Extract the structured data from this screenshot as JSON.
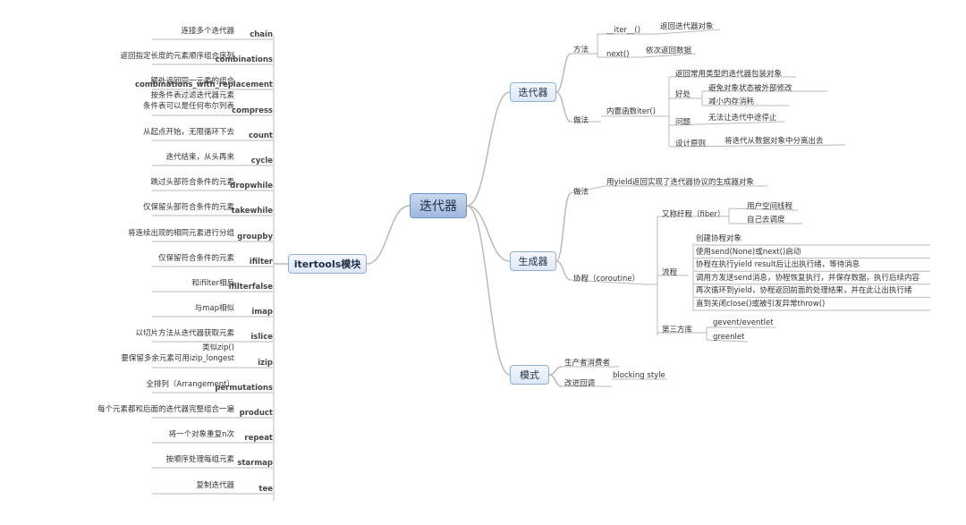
{
  "root": "迭代器",
  "left": {
    "title": "itertools模块",
    "items": [
      {
        "name": "chain",
        "descs": [
          "连接多个迭代器"
        ]
      },
      {
        "name": "combinations",
        "descs": [
          "返回指定长度的元素顺序组合序列"
        ]
      },
      {
        "name": "combinations_with_replacement",
        "descs": [
          "额外返回同一元素的组合"
        ]
      },
      {
        "name": "compress",
        "descs": [
          "按条件表过滤迭代器元素",
          "条件表可以是任何布尔列表"
        ]
      },
      {
        "name": "count",
        "descs": [
          "从起点开始，无限循环下去"
        ]
      },
      {
        "name": "cycle",
        "descs": [
          "迭代结束，从头再来"
        ]
      },
      {
        "name": "dropwhile",
        "descs": [
          "跳过头部符合条件的元素"
        ]
      },
      {
        "name": "takewhile",
        "descs": [
          "仅保留头部符合条件的元素"
        ]
      },
      {
        "name": "groupby",
        "descs": [
          "将连续出现的相同元素进行分组"
        ]
      },
      {
        "name": "ifilter",
        "descs": [
          "仅保留符合条件的元素"
        ]
      },
      {
        "name": "ifilterfalse",
        "descs": [
          "和ifilter相反"
        ]
      },
      {
        "name": "imap",
        "descs": [
          "与map相似"
        ]
      },
      {
        "name": "islice",
        "descs": [
          "以切片方法从迭代器获取元素"
        ]
      },
      {
        "name": "izip",
        "descs": [
          "类似zip()",
          "要保留多余元素可用izip_longest"
        ]
      },
      {
        "name": "permutations",
        "descs": [
          "全排列（Arrangement）"
        ]
      },
      {
        "name": "product",
        "descs": [
          "每个元素都和后面的迭代器完整组合一遍"
        ]
      },
      {
        "name": "repeat",
        "descs": [
          "将一个对象重复n次"
        ]
      },
      {
        "name": "starmap",
        "descs": [
          "按顺序处理每组元素"
        ]
      },
      {
        "name": "tee",
        "descs": [
          "复制迭代器"
        ]
      }
    ]
  },
  "iterator": {
    "title": "迭代器",
    "method_label": "方法",
    "methods": [
      {
        "name": "__iter__()",
        "desc": "返回迭代器对象"
      },
      {
        "name": "next()",
        "desc": "依次返回数据"
      }
    ],
    "practice_label": "做法",
    "practice_name": "内置函数iter()",
    "practice_desc": "返回常用类型的迭代器包装对象",
    "benefit_label": "好处",
    "benefits": [
      "避免对象状态被外部修改",
      "减小内存消耗"
    ],
    "problem_label": "问题",
    "problem": "无法让迭代中途停止",
    "principle_label": "设计原则",
    "principle": "将迭代从数据对象中分离出去"
  },
  "generator": {
    "title": "生成器",
    "practice_label": "做法",
    "practice": "用yield返回实现了迭代器协议的生成器对象",
    "coroutine_label": "协程（coroutine）",
    "fiber_label": "又称纤程（fiber）",
    "fiber_items": [
      "用户空间线程",
      "自己去调度"
    ],
    "flow_label": "流程",
    "flow_items": [
      "创建协程对象",
      "使用send(None)或next()启动",
      "协程在执行yield result后让出执行绪，等待消息",
      "调用方发送send消息，协程恢复执行，并保存数据，执行后续内容",
      "再次循环到yield，协程返回前面的处理结果，并在此让出执行绪",
      "直到关闭close()或被引发异常throw()"
    ],
    "lib_label": "第三方库",
    "libs": [
      "gevent/eventlet",
      "greenlet"
    ]
  },
  "pattern": {
    "title": "模式",
    "producer": "生产者消费者",
    "callback": "改进回调",
    "callback_desc": "blocking style"
  }
}
